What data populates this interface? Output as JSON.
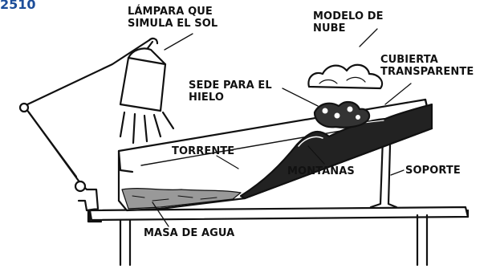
{
  "figure_code": "2510",
  "labels": {
    "lampara": [
      "LÁMPARA QUE",
      "SIMULA EL SOL"
    ],
    "modelo_nube": [
      "MODELO DE",
      "NUBE"
    ],
    "cubierta": [
      "CUBIERTA",
      "TRANSPARENTE"
    ],
    "sede_hielo": [
      "SEDE PARA EL",
      "HIELO"
    ],
    "torrente": "TORRENTE",
    "montanas": "MONTAÑAS",
    "soporte": "SOPORTE",
    "masa_agua": "MASA DE AGUA"
  },
  "colors": {
    "ink": "#111111",
    "code": "#1d4e9a"
  }
}
